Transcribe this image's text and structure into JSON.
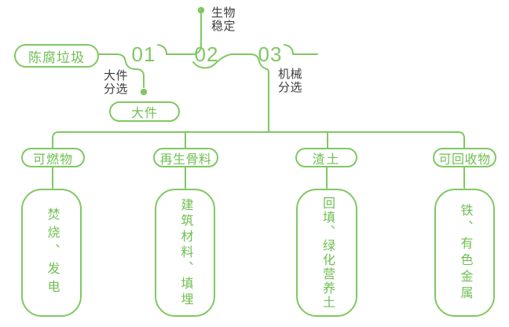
{
  "colors": {
    "line_green": "#80C862",
    "text_green": "#6FBF52",
    "label_dark": "#3D3D3D",
    "background": "#FFFFFF"
  },
  "diagram": {
    "source": {
      "label": "陈腐垃圾"
    },
    "steps": [
      {
        "num": "01",
        "process_line1": "大件",
        "process_line2": "分选",
        "output_label": "大件"
      },
      {
        "num": "02",
        "process_line1": "生物",
        "process_line2": "稳定"
      },
      {
        "num": "03",
        "process_line1": "机械",
        "process_line2": "分选"
      }
    ],
    "branches": [
      {
        "category": "可燃物",
        "disposal": "焚烧、发电"
      },
      {
        "category": "再生骨料",
        "disposal": "建筑材料、填埋"
      },
      {
        "category": "渣土",
        "disposal": "回填、绿化营养土"
      },
      {
        "category": "可回收物",
        "disposal": "铁、有色金属"
      }
    ]
  }
}
